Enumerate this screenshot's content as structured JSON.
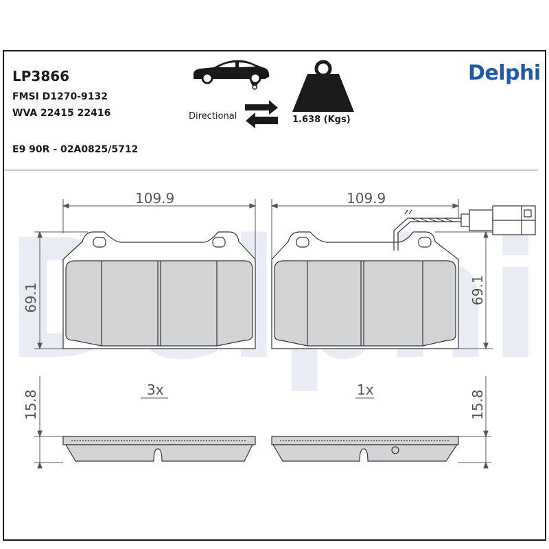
{
  "header": {
    "part_number": "LP3866",
    "fmsi": "FMSI D1270-9132",
    "wva": "WVA 22415 22416",
    "ece": "E9 90R - 02A0825/5712",
    "directional_label": "Directional",
    "weight_label": "1.638 (Kgs)",
    "brand": "Delphi",
    "watermark": "Delphi"
  },
  "dimensions": {
    "width_left": "109.9",
    "width_right": "109.9",
    "height_left": "69.1",
    "height_right": "69.1",
    "thickness_left": "15.8",
    "thickness_right": "15.8",
    "qty_left": "3x",
    "qty_right": "1x"
  },
  "colors": {
    "brand": "#1f5aa6",
    "pad_fill": "#d2d4d6",
    "watermark": "#e9edf3",
    "line": "#333333"
  },
  "icons": [
    "car-icon",
    "direction-arrows-icon",
    "weight-icon"
  ]
}
